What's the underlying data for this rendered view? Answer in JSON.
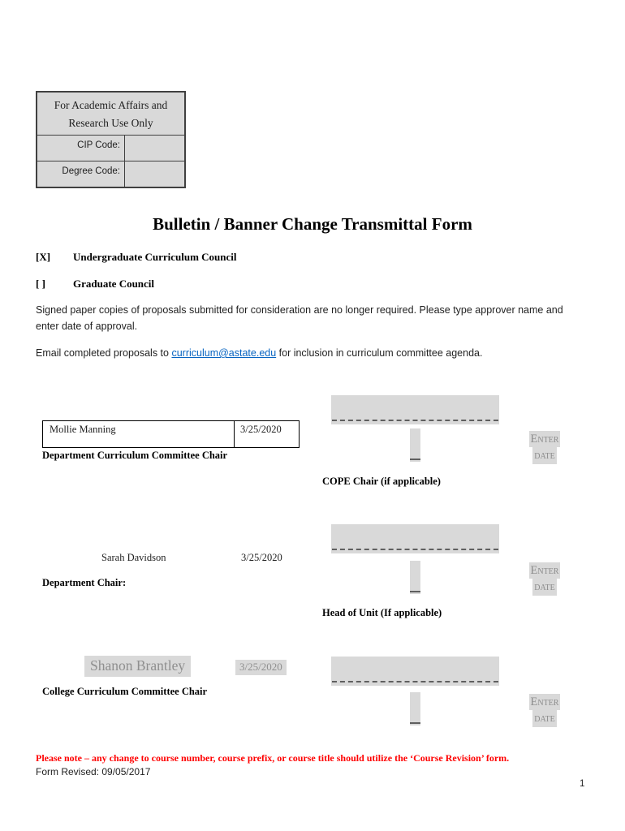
{
  "admin_box": {
    "title": "For Academic Affairs and Research Use Only",
    "rows": [
      {
        "label": "CIP Code:",
        "value": ""
      },
      {
        "label": "Degree Code:",
        "value": ""
      }
    ]
  },
  "header": {
    "title": "Bulletin / Banner Change Transmittal Form"
  },
  "councils": [
    {
      "checkbox": "[X]",
      "label": "Undergraduate Curriculum Council",
      "checked": true
    },
    {
      "checkbox": "[ ]",
      "label": "Graduate Council",
      "checked": false
    }
  ],
  "intro": {
    "paragraph1": "Signed paper copies of proposals submitted for consideration are no longer required. Please type approver name and enter date of approval.",
    "paragraph2_prefix": "Email completed proposals to ",
    "email_link": "curriculum@astate.edu",
    "paragraph2_suffix": " for inclusion in curriculum committee agenda."
  },
  "enter_date": {
    "line1": "Enter",
    "line2": "date"
  },
  "signatures": [
    {
      "name": "Mollie Manning",
      "date": "3/25/2020",
      "role": "Department Curriculum Committee Chair",
      "right_role": "COPE Chair (if applicable)"
    },
    {
      "name": "Sarah Davidson",
      "date": "3/25/2020",
      "role": "Department Chair:",
      "right_role": "Head of Unit (If applicable)"
    },
    {
      "name": "Shanon Brantley",
      "date": "3/25/2020",
      "role": "College Curriculum Committee Chair",
      "right_role": ""
    }
  ],
  "footer": {
    "note": "Please note – any change to course number, course prefix, or course title should utilize the ‘Course Revision’ form.",
    "revised": "Form Revised: 09/05/2017",
    "page_number": "1"
  },
  "colors": {
    "field_gray": "#d9d9d9",
    "placeholder_text": "#8c8c8c",
    "link_blue": "#0563c1",
    "note_red": "#ff0000"
  }
}
